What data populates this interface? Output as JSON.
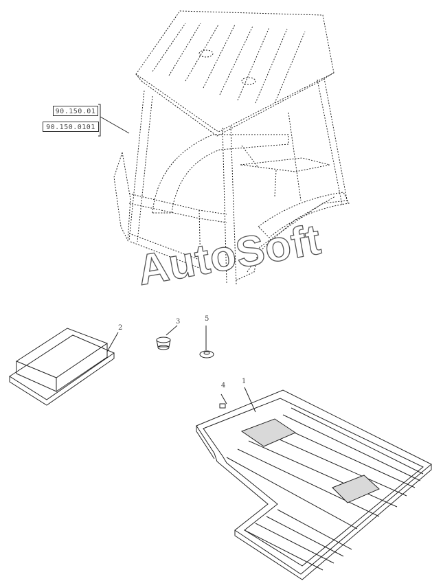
{
  "references": [
    {
      "code": "90.150.01"
    },
    {
      "code": "90.150.0101"
    }
  ],
  "callouts": [
    "1",
    "2",
    "3",
    "4",
    "5"
  ],
  "watermark": "AutoSoft",
  "colors": {
    "line": "#222222",
    "mat_shade": "#d9d9d9",
    "background": "#ffffff"
  }
}
